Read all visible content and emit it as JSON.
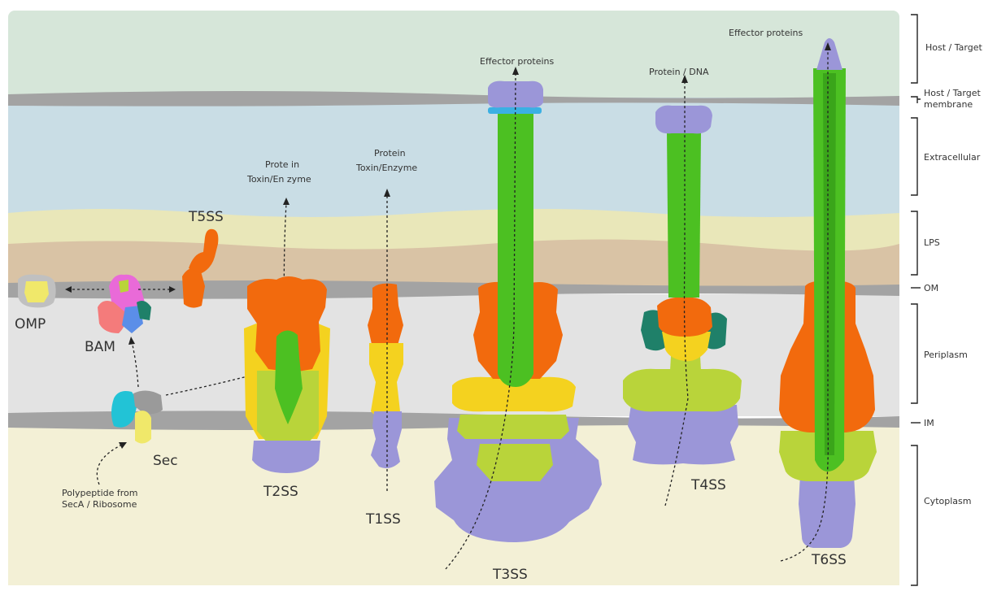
{
  "layers": [
    {
      "name": "Host / Target",
      "lines": [
        "Host / Target"
      ]
    },
    {
      "name": "Host / Target membrane",
      "lines": [
        "Host / Target",
        "membrane"
      ]
    },
    {
      "name": "Extracellular",
      "lines": [
        "Extracellular"
      ]
    },
    {
      "name": "LPS",
      "lines": [
        "LPS"
      ]
    },
    {
      "name": "OM",
      "lines": [
        "OM"
      ]
    },
    {
      "name": "Periplasm",
      "lines": [
        "Periplasm"
      ]
    },
    {
      "name": "IM",
      "lines": [
        "IM"
      ]
    },
    {
      "name": "Cytoplasm",
      "lines": [
        "Cytoplasm"
      ]
    }
  ],
  "systems": {
    "omp": "OMP",
    "bam": "BAM",
    "sec": "Sec",
    "t5ss": "T5SS",
    "t2ss": "T2SS",
    "t1ss": "T1SS",
    "t3ss": "T3SS",
    "t4ss": "T4SS",
    "t6ss": "T6SS"
  },
  "cargo": {
    "t2ss": [
      "Prote in",
      "Toxin/En zyme"
    ],
    "t1ss": [
      "Protein",
      "Toxin/Enzyme"
    ],
    "t3ss": "Effector proteins",
    "t4ss": "Protein / DNA",
    "t6ss": "Effector proteins",
    "sec": [
      "Polypeptide from",
      "SecA / Ribosome"
    ]
  },
  "colors": {
    "host": "#d6e6d9",
    "membrane": "#a3a3a3",
    "extracellular": "#c9dde5",
    "lps": "#e9e7b9",
    "lps_core": "#d9c3a5",
    "periplasm": "#e3e3e3",
    "cytoplasm": "#f3f0d6",
    "orange": "#f26a0d",
    "yellow": "#f4d21f",
    "lime": "#b9d43a",
    "green": "#4cc022",
    "purple": "#9b96d8",
    "teal": "#1f8069",
    "cyan": "#22c3d6",
    "pink": "#e96ad8"
  }
}
